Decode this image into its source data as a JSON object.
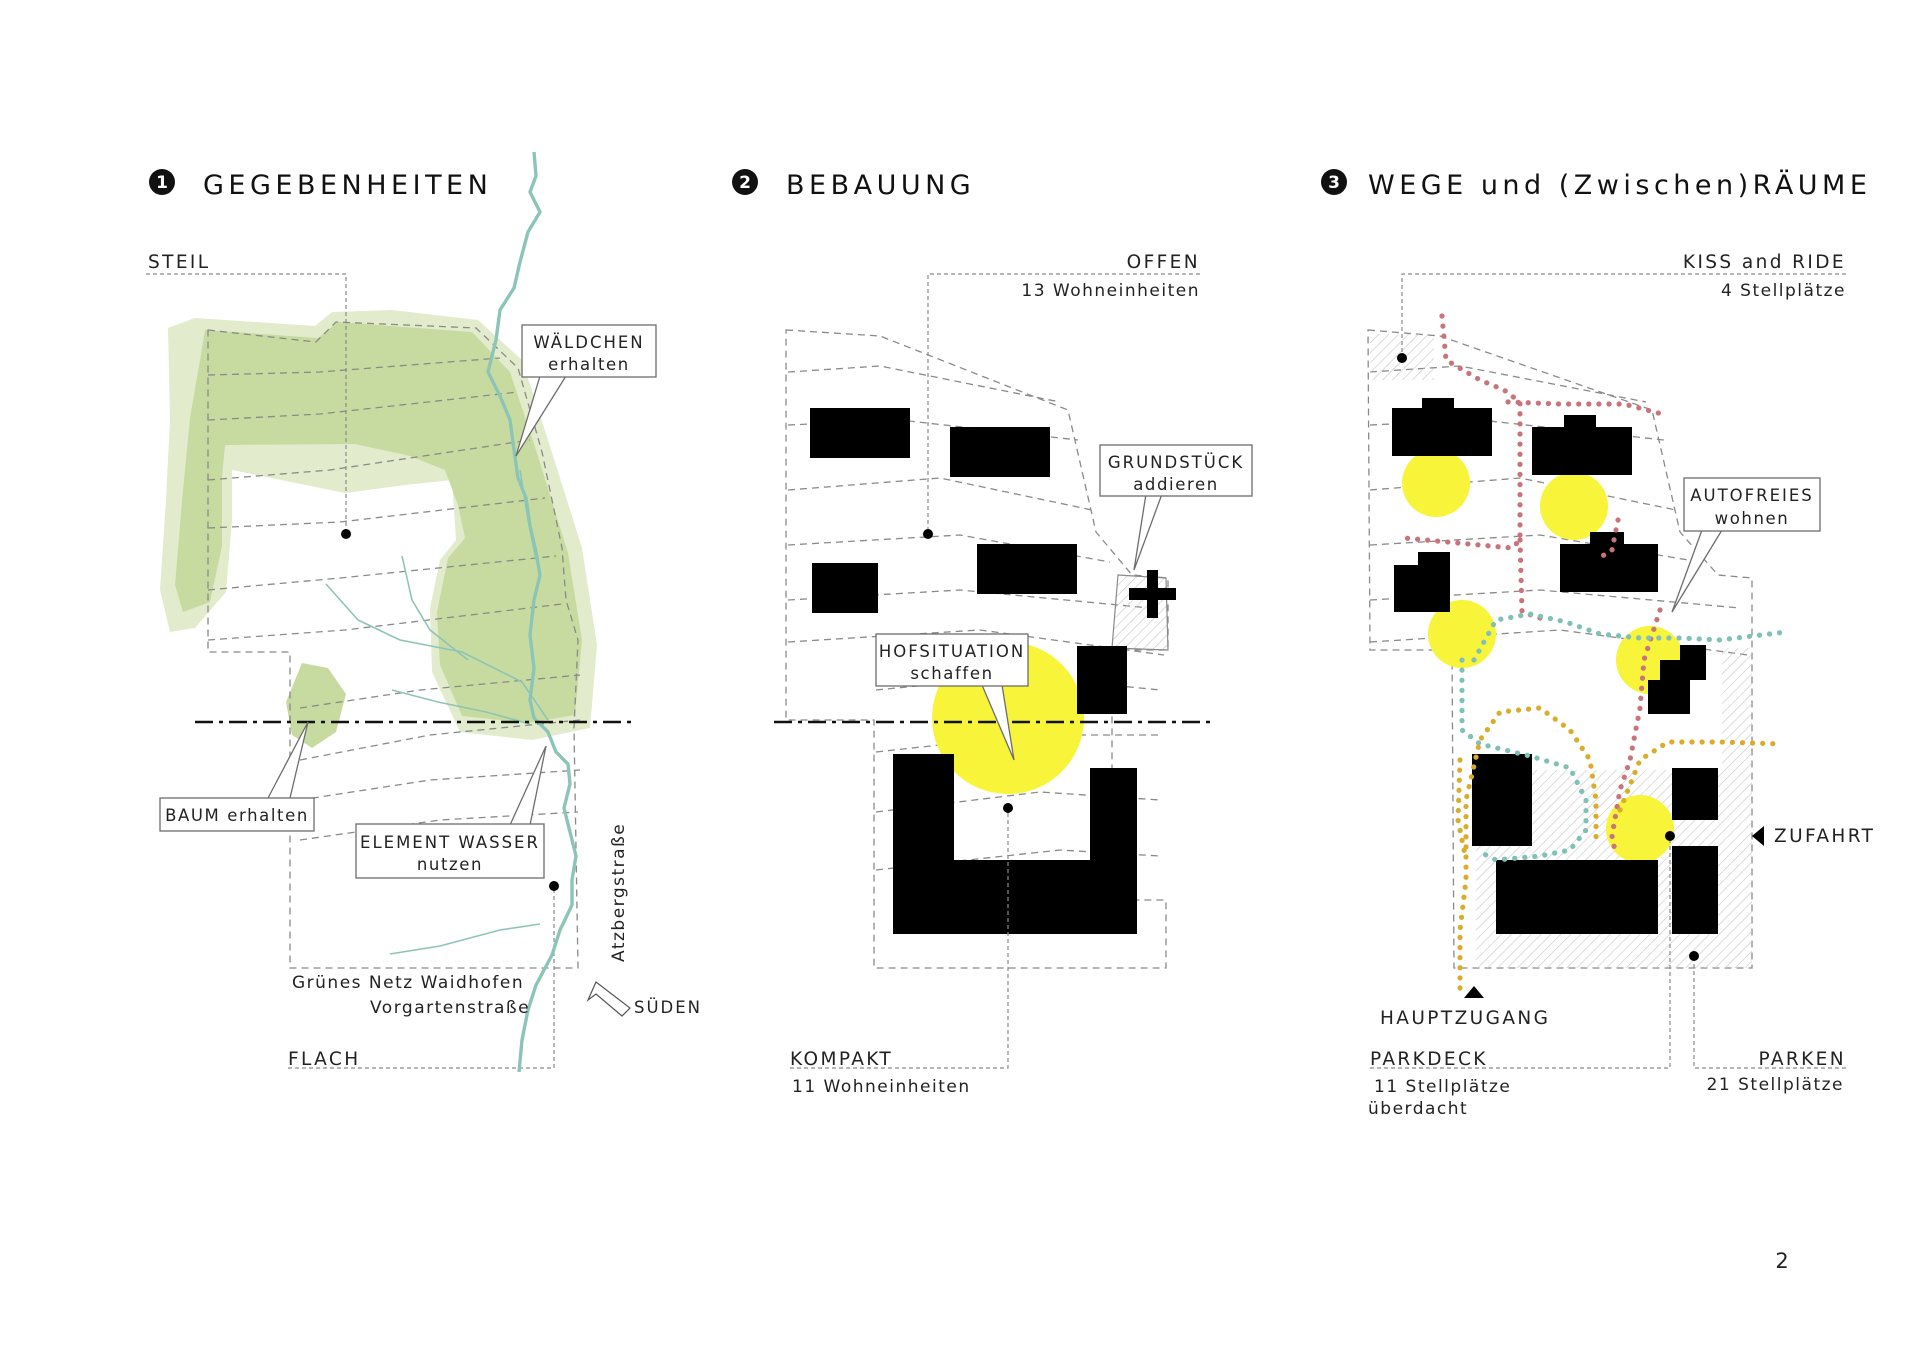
{
  "colors": {
    "green": "#c7dba0",
    "green_light": "#e2ebcc",
    "river": "#8cc5b8",
    "yellow": "#f7f43a",
    "path_red": "#c8747a",
    "path_teal": "#7fc0b7",
    "path_gold": "#d9ad2b"
  },
  "panel1": {
    "number": "1",
    "title": "GEGEBENHEITEN",
    "label_steil": "STEIL",
    "label_flach": "FLACH",
    "callout_waeldchen_1": "WÄLDCHEN",
    "callout_waeldchen_2": "erhalten",
    "callout_baum": "BAUM erhalten",
    "callout_wasser_1": "ELEMENT WASSER",
    "callout_wasser_2": "nutzen",
    "street_atzberg": "Atzbergstraße",
    "gruenes_netz": "Grünes Netz Waidhofen",
    "vorgarten": "Vorgartenstraße",
    "sueden": "SÜDEN"
  },
  "panel2": {
    "number": "2",
    "title": "BEBAUUNG",
    "label_offen": "OFFEN",
    "offen_units": "13 Wohneinheiten",
    "label_kompakt": "KOMPAKT",
    "kompakt_units": "11 Wohneinheiten",
    "callout_grund_1": "GRUNDSTÜCK",
    "callout_grund_2": "addieren",
    "callout_hof_1": "HOFSITUATION",
    "callout_hof_2": "schaffen"
  },
  "panel3": {
    "number": "3",
    "title": "WEGE und (Zwischen)RÄUME",
    "label_kiss": "KISS and RIDE",
    "kiss_spaces": "4 Stellplätze",
    "callout_auto_1": "AUTOFREIES",
    "callout_auto_2": "wohnen",
    "label_zufahrt": "ZUFAHRT",
    "label_hauptzugang": "HAUPTZUGANG",
    "label_parkdeck": "PARKDECK",
    "parkdeck_spaces": "11 Stellplätze",
    "parkdeck_note": "überdacht",
    "label_parken": "PARKEN",
    "parken_spaces": "21 Stellplätze"
  },
  "page_number": "2"
}
